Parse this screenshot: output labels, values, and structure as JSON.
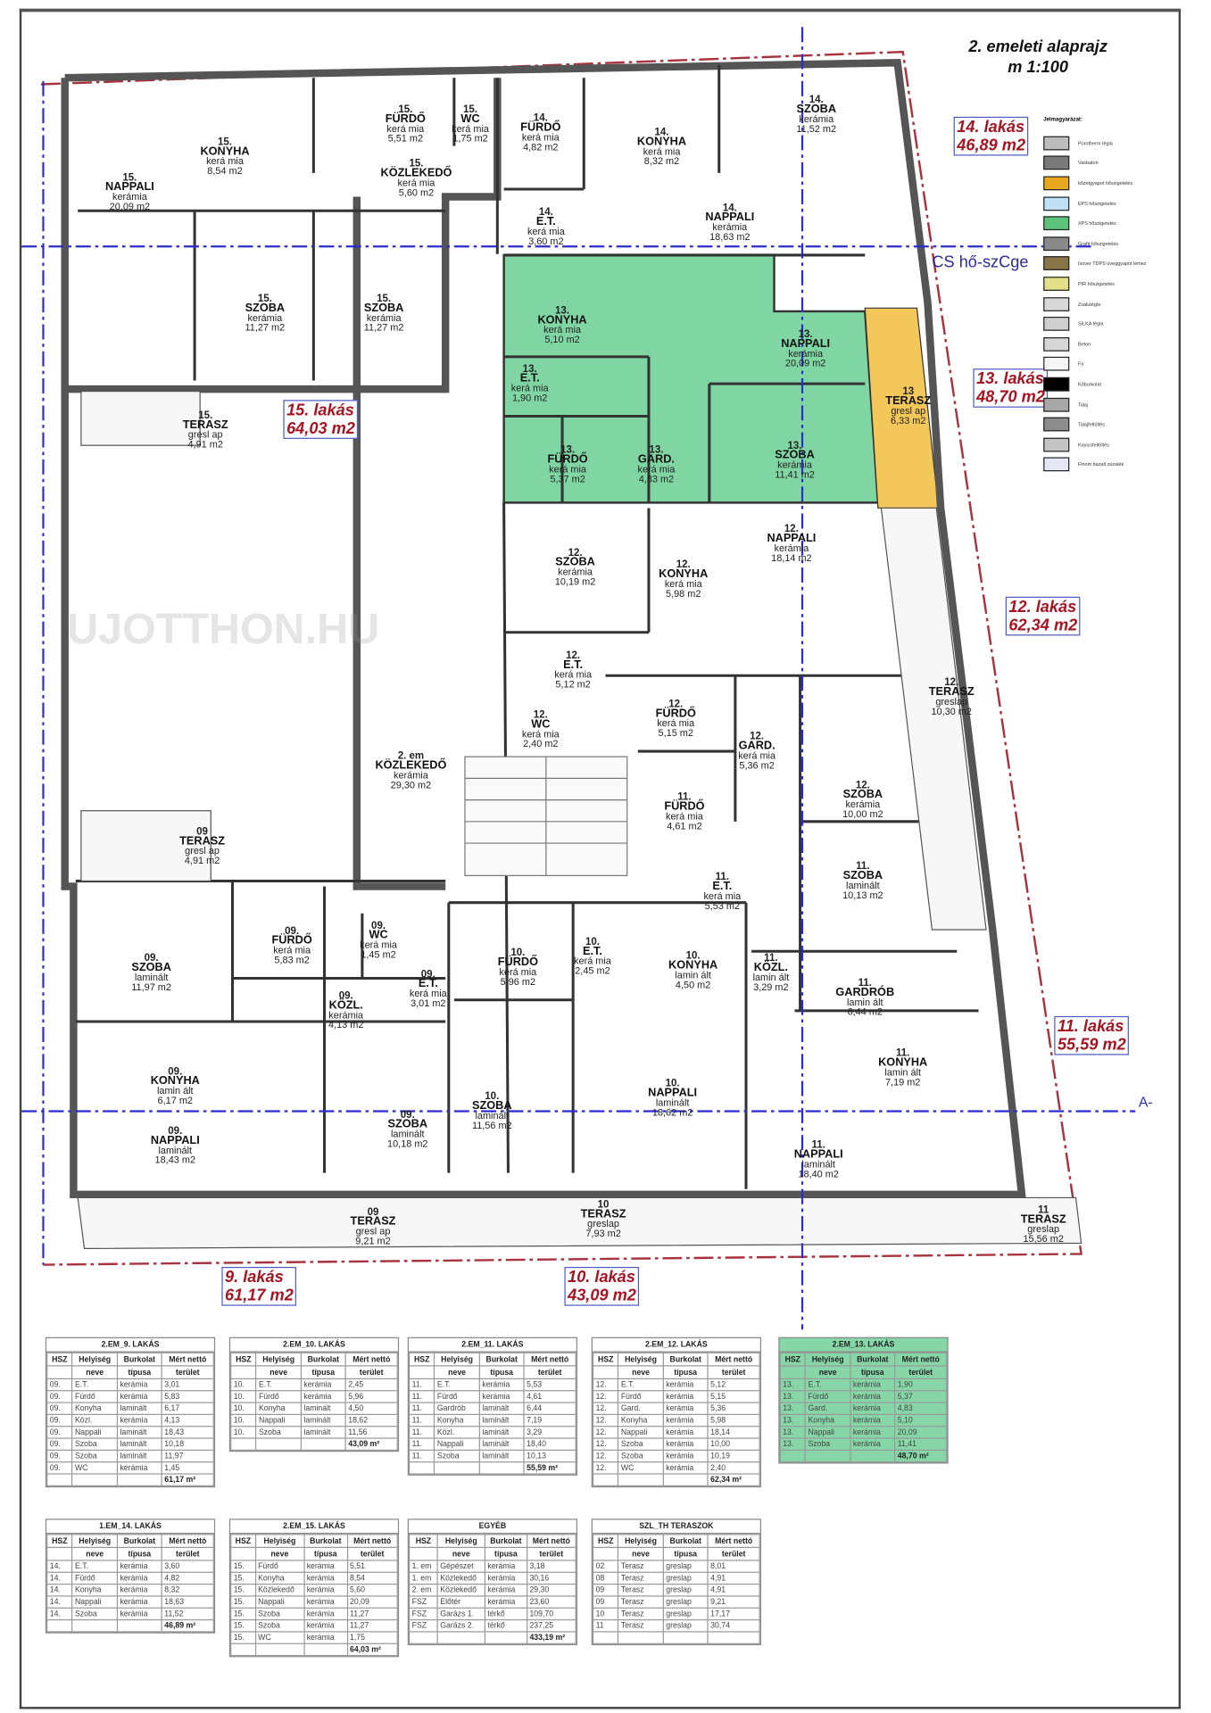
{
  "title": {
    "line1": "2. emeleti alaprajz",
    "line2": "m 1:100"
  },
  "colors": {
    "apt13": "#7fd6a3",
    "terrace13": "#f3c75a",
    "label": "#a51422",
    "axis": "#2b2bd0"
  },
  "markers": {
    "section_label": "CS hő-szCge",
    "axis_label": "A-",
    "watermark": "UJOTTHON.HU"
  },
  "apartments": [
    {
      "name": "15. lakás",
      "area": "64,03 m2"
    },
    {
      "name": "14. lakás",
      "area": "46,89 m2"
    },
    {
      "name": "13. lakás",
      "area": "48,70 m2"
    },
    {
      "name": "12. lakás",
      "area": "62,34 m2"
    },
    {
      "name": "11. lakás",
      "area": "55,59 m2"
    },
    {
      "name": "9. lakás",
      "area": "61,17 m2"
    },
    {
      "name": "10. lakás",
      "area": "43,09 m2"
    }
  ],
  "rooms": [
    {
      "num": "15.",
      "name": "NAPPALI",
      "floor": "kerámia",
      "area": "20,09 m2"
    },
    {
      "num": "15.",
      "name": "KONYHA",
      "floor": "kerá mia",
      "area": "8,54 m2"
    },
    {
      "num": "15.",
      "name": "FÜRDŐ",
      "floor": "kerá mia",
      "area": "5,51 m2"
    },
    {
      "num": "15.",
      "name": "WC",
      "floor": "kerá mia",
      "area": "1,75 m2"
    },
    {
      "num": "15.",
      "name": "KÖZLEKEDŐ",
      "floor": "kerá mia",
      "area": "5,60 m2"
    },
    {
      "num": "15.",
      "name": "SZOBA",
      "floor": "kerámia",
      "area": "11,27 m2"
    },
    {
      "num": "15.",
      "name": "SZOBA",
      "floor": "kerámia",
      "area": "11,27 m2"
    },
    {
      "num": "15.",
      "name": "TERASZ",
      "floor": "gresl ap",
      "area": "4,91 m2"
    },
    {
      "num": "14.",
      "name": "FÜRDŐ",
      "floor": "kerá mia",
      "area": "4,82 m2"
    },
    {
      "num": "14.",
      "name": "KONYHA",
      "floor": "kerá mia",
      "area": "8,32 m2"
    },
    {
      "num": "14.",
      "name": "SZOBA",
      "floor": "kerámia",
      "area": "11,52 m2"
    },
    {
      "num": "14.",
      "name": "E.T.",
      "floor": "kerá mia",
      "area": "3,60 m2"
    },
    {
      "num": "14.",
      "name": "NAPPALI",
      "floor": "kerámia",
      "area": "18,63 m2"
    },
    {
      "num": "13.",
      "name": "KONYHA",
      "floor": "kerá mia",
      "area": "5,10 m2"
    },
    {
      "num": "13.",
      "name": "NAPPALI",
      "floor": "kerámia",
      "area": "20,09 m2"
    },
    {
      "num": "13.",
      "name": "E.T.",
      "floor": "kerá mia",
      "area": "1,90 m2"
    },
    {
      "num": "13.",
      "name": "FÜRDŐ",
      "floor": "kerá mia",
      "area": "5,37 m2"
    },
    {
      "num": "13.",
      "name": "GARD.",
      "floor": "kerá mia",
      "area": "4,83 m2"
    },
    {
      "num": "13.",
      "name": "SZOBA",
      "floor": "kerámia",
      "area": "11,41 m2"
    },
    {
      "num": "13",
      "name": "TERASZ",
      "floor": "gresl ap",
      "area": "6,33 m2"
    },
    {
      "num": "12.",
      "name": "SZOBA",
      "floor": "kerámia",
      "area": "10,19 m2"
    },
    {
      "num": "12.",
      "name": "KONYHA",
      "floor": "kerá mia",
      "area": "5,98 m2"
    },
    {
      "num": "12.",
      "name": "NAPPALI",
      "floor": "kerámia",
      "area": "18,14 m2"
    },
    {
      "num": "12.",
      "name": "E.T.",
      "floor": "kerá mia",
      "area": "5,12 m2"
    },
    {
      "num": "12.",
      "name": "FÜRDŐ",
      "floor": "kerá mia",
      "area": "5,15 m2"
    },
    {
      "num": "12.",
      "name": "WC",
      "floor": "kerá mia",
      "area": "2,40 m2"
    },
    {
      "num": "12.",
      "name": "GARD.",
      "floor": "kerá mia",
      "area": "5,36 m2"
    },
    {
      "num": "12.",
      "name": "SZOBA",
      "floor": "kerámia",
      "area": "10,00 m2"
    },
    {
      "num": "12.",
      "name": "TERASZ",
      "floor": "greslap",
      "area": "10,30 m2"
    },
    {
      "num": "2. em",
      "name": "KÖZLEKEDŐ",
      "floor": "kerámia",
      "area": "29,30 m2"
    },
    {
      "num": "11.",
      "name": "FÜRDŐ",
      "floor": "kerá mia",
      "area": "4,61 m2"
    },
    {
      "num": "11.",
      "name": "E.T.",
      "floor": "kerá mia",
      "area": "5,53 m2"
    },
    {
      "num": "11.",
      "name": "SZOBA",
      "floor": "laminált",
      "area": "10,13 m2"
    },
    {
      "num": "10.",
      "name": "KONYHA",
      "floor": "lamin ált",
      "area": "4,50 m2"
    },
    {
      "num": "11.",
      "name": "KÖZL.",
      "floor": "lamin ált",
      "area": "3,29 m2"
    },
    {
      "num": "11.",
      "name": "GARDRÓB",
      "floor": "lamin ált",
      "area": "6,44 m2"
    },
    {
      "num": "11.",
      "name": "KONYHA",
      "floor": "lamin ált",
      "area": "7,19 m2"
    },
    {
      "num": "11.",
      "name": "NAPPALI",
      "floor": "laminált",
      "area": "18,40 m2"
    },
    {
      "num": "11",
      "name": "TERASZ",
      "floor": "greslap",
      "area": "15,56 m2"
    },
    {
      "num": "10.",
      "name": "FÜRDŐ",
      "floor": "kerá mia",
      "area": "5,96 m2"
    },
    {
      "num": "10.",
      "name": "E.T.",
      "floor": "kerá mia",
      "area": "2,45 m2"
    },
    {
      "num": "10.",
      "name": "SZOBA",
      "floor": "laminált",
      "area": "11,56 m2"
    },
    {
      "num": "10.",
      "name": "NAPPALI",
      "floor": "laminált",
      "area": "18,62 m2"
    },
    {
      "num": "10",
      "name": "TERASZ",
      "floor": "greslap",
      "area": "7,93 m2"
    },
    {
      "num": "09",
      "name": "TERASZ",
      "floor": "gresl ap",
      "area": "4,91 m2"
    },
    {
      "num": "09.",
      "name": "SZOBA",
      "floor": "laminált",
      "area": "11,97 m2"
    },
    {
      "num": "09.",
      "name": "FÜRDŐ",
      "floor": "kerá mia",
      "area": "5,83 m2"
    },
    {
      "num": "09.",
      "name": "WC",
      "floor": "kerá mia",
      "area": "1,45 m2"
    },
    {
      "num": "09.",
      "name": "E.T.",
      "floor": "kerá mia",
      "area": "3,01 m2"
    },
    {
      "num": "09.",
      "name": "KÖZL.",
      "floor": "kerámia",
      "area": "4,13 m2"
    },
    {
      "num": "09.",
      "name": "KONYHA",
      "floor": "lamin ált",
      "area": "6,17 m2"
    },
    {
      "num": "09.",
      "name": "NAPPALI",
      "floor": "laminált",
      "area": "18,43 m2"
    },
    {
      "num": "09.",
      "name": "SZOBA",
      "floor": "laminált",
      "area": "10,18 m2"
    },
    {
      "num": "09",
      "name": "TERASZ",
      "floor": "gresl ap",
      "area": "9,21 m2"
    }
  ],
  "legend": {
    "title": "Jelmagyarázat:",
    "items": [
      "Porotherm tégla",
      "Vasbaton",
      "kőzetgyapot hőszigetelés",
      "EPS hőszigetelés",
      "XPS hőszigetelés",
      "Grafit hőszigetelés",
      "Isover TDPS üveggyapot lemez",
      "PIR hőszigetelés",
      "Zsalutégla",
      "SILKA tégla",
      "Beton",
      "Fa",
      "Kőburkolat",
      "Talaj",
      "Talajfeltöltés",
      "Kavicsfeltöltés",
      "Finom bazalt zúzalék"
    ],
    "colors": [
      "#bdbdbd",
      "#7a7a7a",
      "#e8a820",
      "#bfe0f5",
      "#5cc47a",
      "#8a8a8a",
      "#8a7548",
      "#e3e08a",
      "#d8d8d8",
      "#cfcfcf",
      "#d6d6d6",
      "#f5f5f5",
      "#000000",
      "#a8a8a8",
      "#8d8d8d",
      "#c4c4c4",
      "#e4e8f4"
    ]
  },
  "table_headers": {
    "hsz": "HSZ",
    "room1": "Helyiség",
    "room2": "neve",
    "cover1": "Burkolat",
    "cover2": "típusa",
    "area1": "Mért nettó",
    "area2": "terület"
  },
  "tables": [
    {
      "title": "2.EM_9. LAKÁS",
      "rows": [
        [
          "09.",
          "E.T.",
          "kerámia",
          "3,01"
        ],
        [
          "09.",
          "Fürdő",
          "kerámia",
          "5,83"
        ],
        [
          "09.",
          "Konyha",
          "laminált",
          "6,17"
        ],
        [
          "09.",
          "Közl.",
          "kerámia",
          "4,13"
        ],
        [
          "09.",
          "Nappali",
          "laminált",
          "18,43"
        ],
        [
          "09.",
          "Szoba",
          "laminált",
          "10,18"
        ],
        [
          "09.",
          "Szoba",
          "laminált",
          "11,97"
        ],
        [
          "09.",
          "WC",
          "kerámia",
          "1,45"
        ]
      ],
      "total": "61,17 m²"
    },
    {
      "title": "2.EM_10. LAKÁS",
      "rows": [
        [
          "10.",
          "E.T.",
          "kerámia",
          "2,45"
        ],
        [
          "10.",
          "Fürdő",
          "kerámia",
          "5,96"
        ],
        [
          "10.",
          "Konyha",
          "laminált",
          "4,50"
        ],
        [
          "10.",
          "Nappali",
          "laminált",
          "18,62"
        ],
        [
          "10.",
          "Szoba",
          "laminált",
          "11,56"
        ]
      ],
      "total": "43,09 m²"
    },
    {
      "title": "2.EM_11. LAKÁS",
      "rows": [
        [
          "11.",
          "E.T.",
          "kerámia",
          "5,53"
        ],
        [
          "11.",
          "Fürdő",
          "kerámia",
          "4,61"
        ],
        [
          "11.",
          "Gardrób",
          "laminált",
          "6,44"
        ],
        [
          "11.",
          "Konyha",
          "laminált",
          "7,19"
        ],
        [
          "11.",
          "Közl.",
          "laminált",
          "3,29"
        ],
        [
          "11.",
          "Nappali",
          "laminált",
          "18,40"
        ],
        [
          "11.",
          "Szoba",
          "laminált",
          "10,13"
        ]
      ],
      "total": "55,59 m²"
    },
    {
      "title": "2.EM_12. LAKÁS",
      "rows": [
        [
          "12.",
          "E.T.",
          "kerámia",
          "5,12"
        ],
        [
          "12.",
          "Fürdő",
          "kerámia",
          "5,15"
        ],
        [
          "12.",
          "Gard.",
          "kerámia",
          "5,36"
        ],
        [
          "12.",
          "Konyha",
          "kerámia",
          "5,98"
        ],
        [
          "12.",
          "Nappali",
          "kerámia",
          "18,14"
        ],
        [
          "12.",
          "Szoba",
          "kerámia",
          "10,00"
        ],
        [
          "12.",
          "Szoba",
          "kerámia",
          "10,19"
        ],
        [
          "12.",
          "WC",
          "kerámia",
          "2,40"
        ]
      ],
      "total": "62,34 m²"
    },
    {
      "title": "2.EM_13. LAKÁS",
      "rows": [
        [
          "13.",
          "E.T.",
          "kerámia",
          "1,90"
        ],
        [
          "13.",
          "Fürdő",
          "kerámia",
          "5,37"
        ],
        [
          "13.",
          "Gard.",
          "kerámia",
          "4,83"
        ],
        [
          "13.",
          "Konyha",
          "kerámia",
          "5,10"
        ],
        [
          "13.",
          "Nappali",
          "kerámia",
          "20,09"
        ],
        [
          "13.",
          "Szoba",
          "kerámia",
          "11,41"
        ]
      ],
      "total": "48,70 m²",
      "highlight": true
    },
    {
      "title": "1.EM_14. LAKÁS",
      "rows": [
        [
          "14.",
          "E.T.",
          "kerámia",
          "3,60"
        ],
        [
          "14.",
          "Fürdő",
          "kerámia",
          "4,82"
        ],
        [
          "14.",
          "Konyha",
          "kerámia",
          "8,32"
        ],
        [
          "14.",
          "Nappali",
          "kerámia",
          "18,63"
        ],
        [
          "14.",
          "Szoba",
          "kerámia",
          "11,52"
        ]
      ],
      "total": "46,89 m²"
    },
    {
      "title": "2.EM_15. LAKÁS",
      "rows": [
        [
          "15.",
          "Fürdő",
          "kerámia",
          "5,51"
        ],
        [
          "15.",
          "Konyha",
          "kerámia",
          "8,54"
        ],
        [
          "15.",
          "Közlekedő",
          "kerámia",
          "5,60"
        ],
        [
          "15.",
          "Nappali",
          "kerámia",
          "20,09"
        ],
        [
          "15.",
          "Szoba",
          "kerámia",
          "11,27"
        ],
        [
          "15.",
          "Szoba",
          "kerámia",
          "11,27"
        ],
        [
          "15.",
          "WC",
          "kerámia",
          "1,75"
        ]
      ],
      "total": "64,03 m²"
    },
    {
      "title": "EGYÉB",
      "rows": [
        [
          "1. em",
          "Gépészet",
          "kerámia",
          "3,18"
        ],
        [
          "1. em",
          "Közlekedő",
          "kerámia",
          "30,16"
        ],
        [
          "2. em",
          "Közlekedő",
          "kerámia",
          "29,30"
        ],
        [
          "FSZ",
          "Előtér",
          "kerámia",
          "23,60"
        ],
        [
          "FSZ",
          "Garázs 1.",
          "térkő",
          "109,70"
        ],
        [
          "FSZ",
          "Garázs 2.",
          "térkő",
          "237,25"
        ]
      ],
      "total": "433,19 m²"
    },
    {
      "title": "SZL_TH TERASZOK",
      "rows": [
        [
          "02",
          "Terasz",
          "greslap",
          "8,01"
        ],
        [
          "08",
          "Terasz",
          "greslap",
          "4,91"
        ],
        [
          "09",
          "Terasz",
          "greslap",
          "4,91"
        ],
        [
          "09",
          "Terasz",
          "greslap",
          "9,21"
        ],
        [
          "10",
          "Terasz",
          "greslap",
          "17,17"
        ],
        [
          "11",
          "Terasz",
          "greslap",
          "30,74"
        ]
      ],
      "total": ""
    }
  ]
}
